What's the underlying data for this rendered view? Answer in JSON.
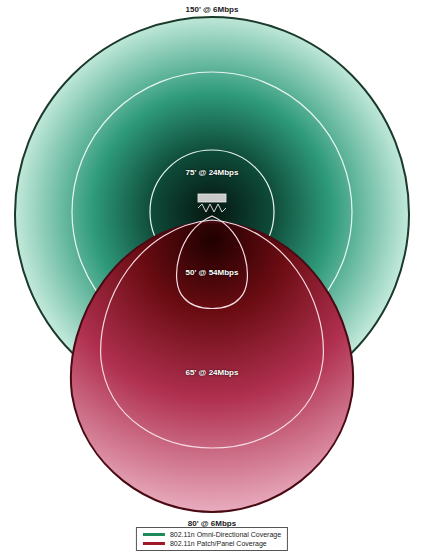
{
  "diagram": {
    "labels": [
      "150' @ 6Mbps",
      "75' @ 24Mbps",
      "50' @ 54Mbps",
      "65' @ 24Mbps",
      "80' @ 6Mbps"
    ],
    "legend": [
      {
        "text": "802.11n Omni-Directional Coverage"
      },
      {
        "text": "802.11n Patch/Panel Coverage"
      }
    ]
  }
}
